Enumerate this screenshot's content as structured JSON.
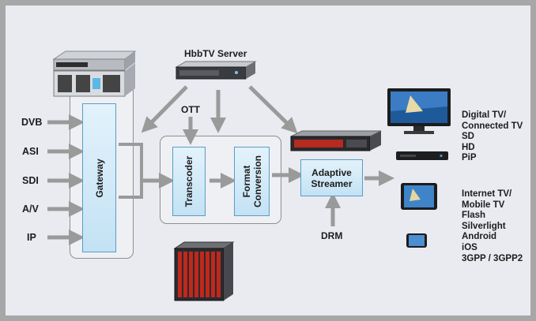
{
  "colors": {
    "background": "#e9ebf1",
    "frame": "#a7a7a7",
    "arrow": "#9a9a9a",
    "box_fill": "#c9e5f5",
    "box_border": "#5a9cc6"
  },
  "inputs": [
    "DVB",
    "ASI",
    "SDI",
    "A/V",
    "IP"
  ],
  "blocks": {
    "gateway": "Gateway",
    "transcoder": "Transcoder",
    "format_conversion_line1": "Format",
    "format_conversion_line2": "Conversion",
    "adaptive_streamer_line1": "Adaptive",
    "adaptive_streamer_line2": "Streamer"
  },
  "labels": {
    "hbbtv_server": "HbbTV Server",
    "ott": "OTT",
    "drm": "DRM"
  },
  "outputs": {
    "digital": [
      "Digital TV/",
      "Connected TV",
      "SD",
      "HD",
      "PiP"
    ],
    "internet": [
      "Internet TV/",
      "Mobile TV",
      "Flash",
      "Silverlight",
      "Android",
      "iOS",
      "3GPP / 3GPP2"
    ]
  },
  "icons": {
    "rack_server": "server-rack-icon",
    "hbbtv_server": "rack-server-icon",
    "streamer_hardware": "rack-appliance-icon",
    "chassis": "blade-chassis-icon",
    "tv": "television-icon",
    "set_top_box": "set-top-box-icon",
    "tablet": "tablet-icon",
    "phone": "smartphone-icon"
  }
}
